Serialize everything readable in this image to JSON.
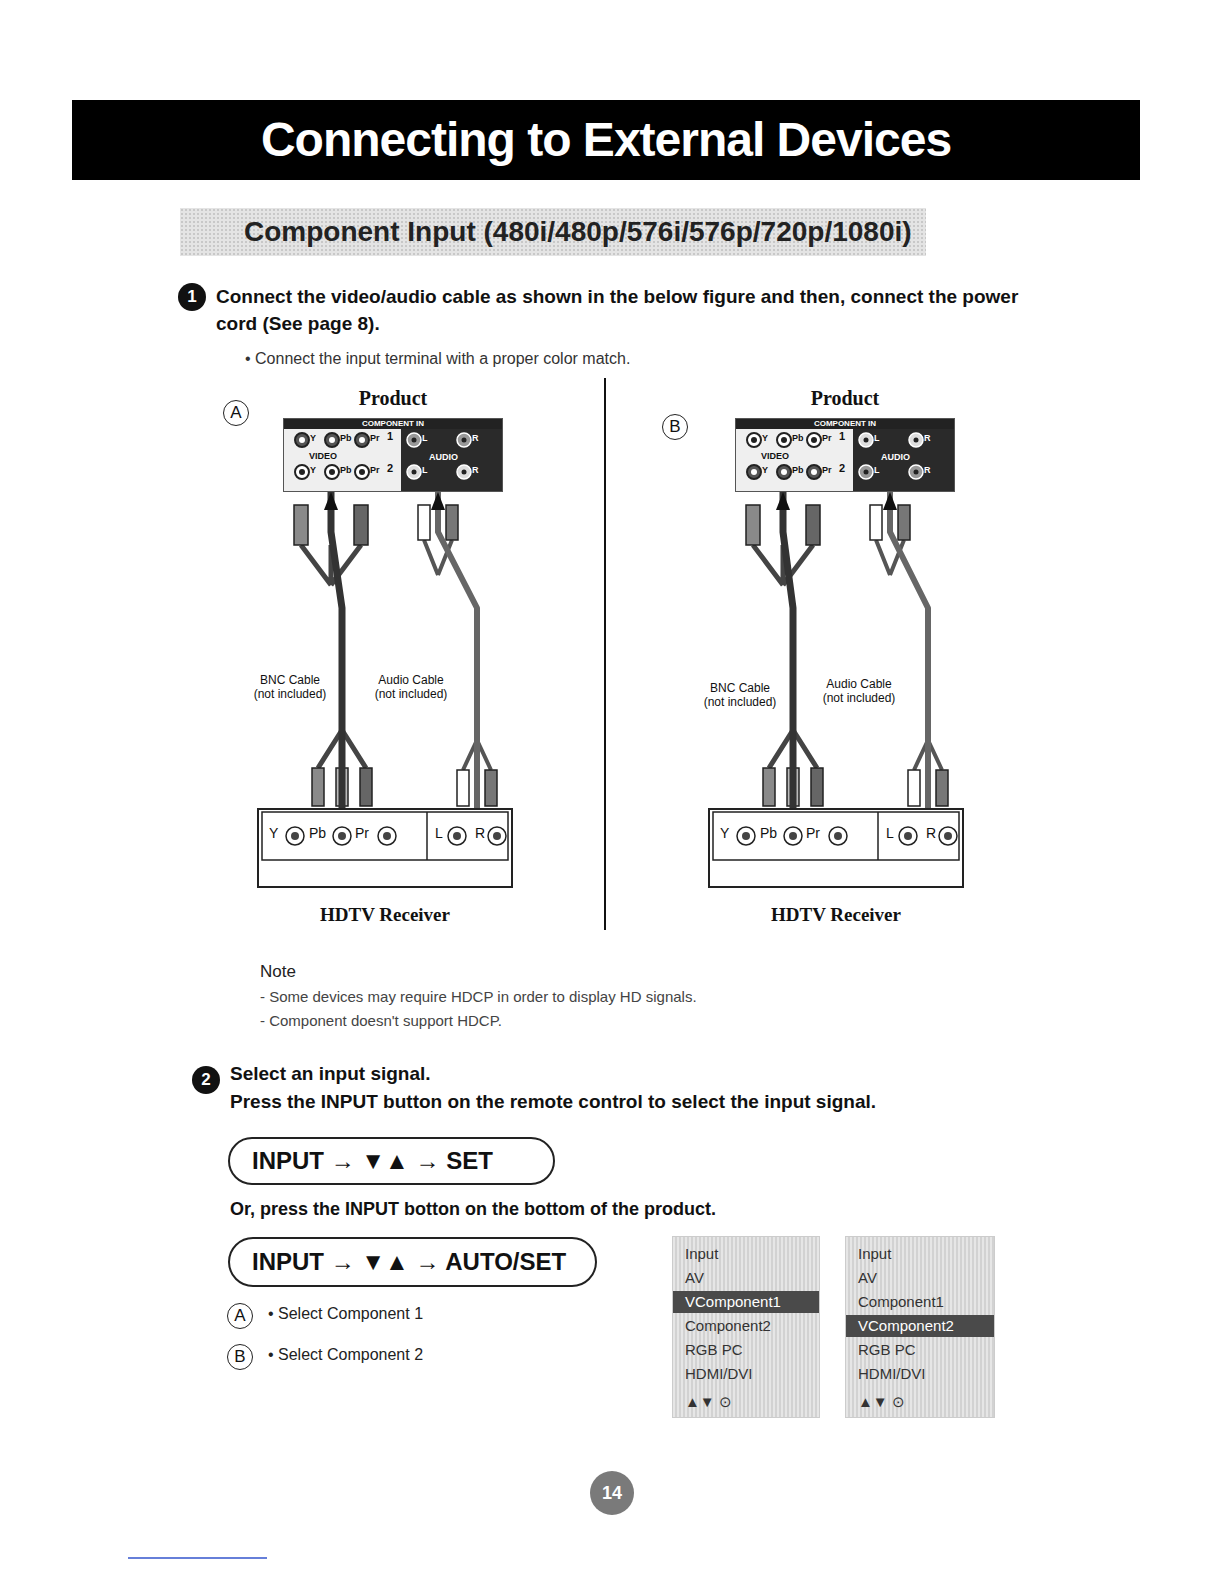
{
  "diagram": {
    "title": "Connecting to External Devices",
    "nodes": [
      {
        "text": [
          "Product",
          "COMPONENT IN"
        ]
      },
      {
        "text": [
          "HDTV Receiver"
        ]
      },
      {
        "text": [
          "Product",
          "COMPONENT IN"
        ]
      },
      {
        "text": [
          "HDTV Receiver"
        ]
      },
      {
        "text": [
          "INPUT → ▼▲ → SET"
        ]
      },
      {
        "text": [
          "INPUT → ▼▲ → AUTO/SET"
        ]
      },
      {
        "text": [
          "Input",
          "AV",
          "VComponent1",
          "Component2",
          "RGB PC",
          "HDMI/DVI",
          "▲▼ ⊙"
        ]
      },
      {
        "text": [
          "Input",
          "AV",
          "Component1",
          "VComponent2",
          "RGB PC",
          "HDMI/DVI",
          "▲▼ ⊙"
        ]
      }
    ],
    "edges": [
      {
        "from": 1,
        "to": 0,
        "arrow": "to",
        "label": "BNC Cable (not included)"
      },
      {
        "from": 1,
        "to": 0,
        "arrow": "to",
        "label": "Audio Cable (not included)"
      },
      {
        "from": 3,
        "to": 2,
        "arrow": "to",
        "label": "BNC Cable (not included)"
      },
      {
        "from": 3,
        "to": 2,
        "arrow": "to",
        "label": "Audio Cable (not included)"
      }
    ],
    "labels": [
      "Component Input (480i/480p/576i/576p/720p/1080i)",
      "1",
      "Connect the video/audio cable as shown in the below figure and then, connect the power cord (See page 8).",
      "• Connect the input terminal with a proper color match.",
      "A",
      "Y",
      "Pb",
      "Pr",
      "1",
      "VIDEO",
      "AUDIO",
      "L",
      "R",
      "Y",
      "Pb",
      "Pr",
      "2",
      "L",
      "R",
      "Y",
      "Pb",
      "Pr",
      "L",
      "R",
      "B",
      "Y",
      "Pb",
      "Pr",
      "1",
      "VIDEO",
      "AUDIO",
      "L",
      "R",
      "Y",
      "Pb",
      "Pr",
      "2",
      "L",
      "R",
      "Y",
      "Pb",
      "Pr",
      "L",
      "R",
      "Note",
      "- Some devices may require HDCP in order to display HD signals.",
      "- Component doesn't support HDCP.",
      "2",
      "Select an input signal.",
      "Press the INPUT button on the remote control to select the input signal.",
      "Or, press the INPUT botton on the bottom of the product.",
      "A",
      "• Select Component 1",
      "B",
      "• Select Component 2",
      "14"
    ]
  }
}
